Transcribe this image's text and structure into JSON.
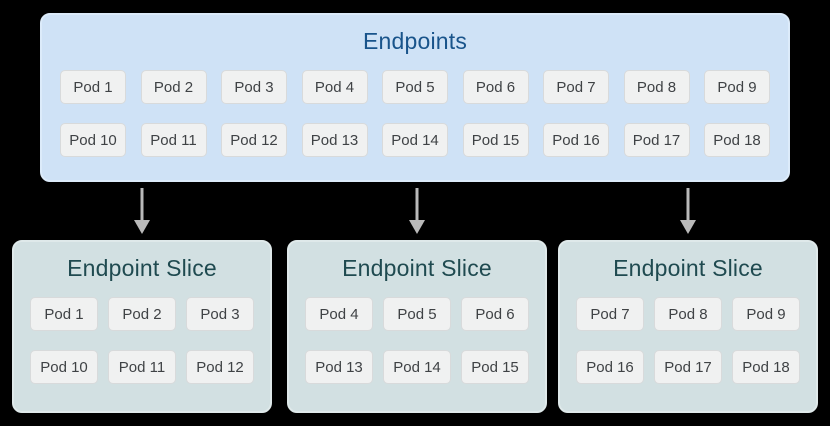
{
  "colors": {
    "background": "#000000",
    "endpoints_box_bg": "#cfe2f6",
    "endpoints_box_border": "#dcebfa",
    "endpoints_title": "#19548b",
    "slice_box_bg": "#d2e0e2",
    "slice_box_border": "#dfe9ea",
    "slice_title": "#1f4a50",
    "pod_bg": "#f0f1f1",
    "pod_border": "#d8dadb",
    "pod_text": "#3f4245",
    "arrow": "#b9b9b9"
  },
  "endpoints": {
    "title": "Endpoints",
    "rows": [
      [
        "Pod 1",
        "Pod 2",
        "Pod 3",
        "Pod 4",
        "Pod 5",
        "Pod 6",
        "Pod 7",
        "Pod 8",
        "Pod 9"
      ],
      [
        "Pod 10",
        "Pod 11",
        "Pod 12",
        "Pod 13",
        "Pod 14",
        "Pod 15",
        "Pod 16",
        "Pod 17",
        "Pod 18"
      ]
    ]
  },
  "slices": [
    {
      "title": "Endpoint Slice",
      "rows": [
        [
          "Pod 1",
          "Pod 2",
          "Pod 3"
        ],
        [
          "Pod 10",
          "Pod 11",
          "Pod 12"
        ]
      ]
    },
    {
      "title": "Endpoint Slice",
      "rows": [
        [
          "Pod 4",
          "Pod 5",
          "Pod 6"
        ],
        [
          "Pod 13",
          "Pod 14",
          "Pod 15"
        ]
      ]
    },
    {
      "title": "Endpoint Slice",
      "rows": [
        [
          "Pod 7",
          "Pod 8",
          "Pod 9"
        ],
        [
          "Pod 16",
          "Pod 17",
          "Pod 18"
        ]
      ]
    }
  ]
}
